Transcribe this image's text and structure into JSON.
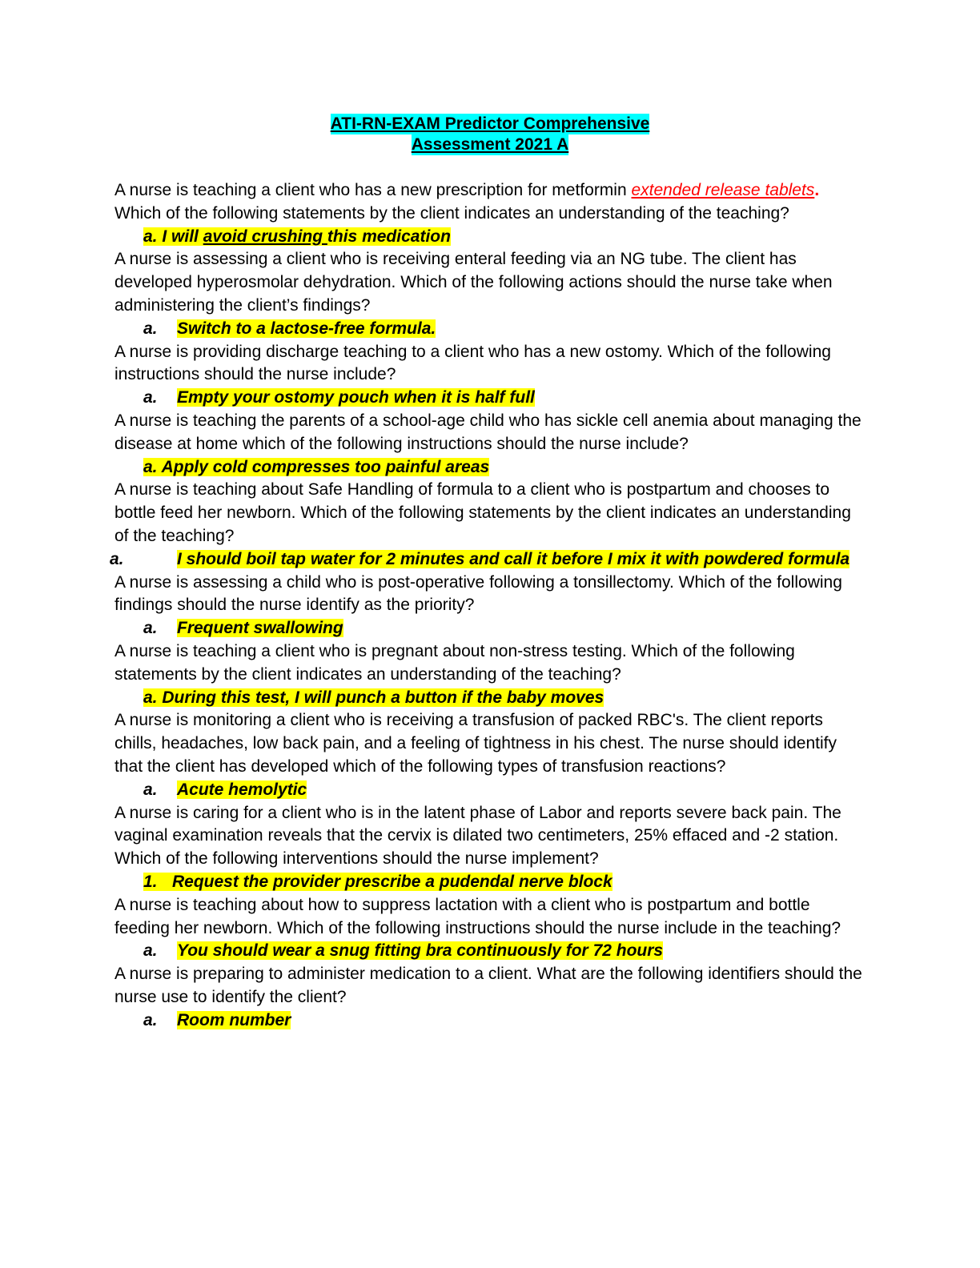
{
  "document": {
    "title_line1": "ATI-RN-EXAM Predictor Comprehensive ",
    "title_line2": "Assessment 2021 A",
    "highlight_colors": {
      "title": "#00ffff",
      "answer": "#ffff00",
      "emphasis_red": "#ff0000"
    },
    "questions": [
      {
        "stem_before": "A nurse is teaching a client who has a new prescription for metformin ",
        "stem_emphasis": "extended release tablets",
        "stem_emphasis_end": ".",
        "stem_after": "Which of the following statements by the client indicates an understanding of the teaching?",
        "answer_marker": "a.",
        "answer_pre": " I will ",
        "answer_underlined": "avoid crushing ",
        "answer_post": "this medication"
      },
      {
        "stem": "A nurse is assessing a client who is receiving enteral feeding via an NG tube. The client has developed hyperosmolar dehydration. Which of the following actions should the nurse take when administering the client’s findings?",
        "answer_marker": "a.",
        "answer": "Switch to a lactose-free formula."
      },
      {
        "stem": "A nurse is providing discharge teaching to a client who has a new ostomy. Which of the following instructions should the nurse include?",
        "answer_marker": "a.",
        "answer": "Empty your ostomy pouch when it is half full"
      },
      {
        "stem": "A nurse is teaching the parents of a school-age child who has sickle cell anemia about managing the disease at home which of the following instructions should the nurse include?",
        "answer_marker": "a.",
        "answer": " Apply cold compresses too painful areas"
      },
      {
        "stem": "A nurse is teaching about Safe Handling of formula to a client who is postpartum and chooses to bottle feed her newborn. Which of the following statements by the client indicates an understanding of the teaching?",
        "answer_marker": "a.",
        "answer": "I should boil tap water for 2 minutes and call it before I mix it with powdered formula"
      },
      {
        "stem": "A nurse is assessing a child who is post-operative following a tonsillectomy. Which of the following findings should the nurse identify as the priority?",
        "answer_marker": "a.",
        "answer": "Frequent swallowing"
      },
      {
        "stem": "A nurse is teaching a client who is pregnant about non-stress testing. Which of the following statements by the client indicates an understanding of the teaching?",
        "answer_marker": "a.",
        "answer": " During this test, I will punch a button if the baby moves"
      },
      {
        "stem": "A nurse is monitoring a client who is receiving a transfusion of packed RBC's. The client reports chills, headaches, low back pain, and a feeling of tightness in his chest. The nurse should identify that the client has developed which of the following types of transfusion reactions?",
        "answer_marker": "a.",
        "answer": "Acute hemolytic"
      },
      {
        "stem": "A nurse is caring for a client who is in the latent phase of Labor and reports severe back pain. The vaginal examination reveals that the cervix is dilated two centimeters, 25% effaced and -2 station. Which of the following interventions should the nurse implement?",
        "answer_marker": "1.",
        "answer": "Request the provider prescribe a pudendal nerve block"
      },
      {
        "stem": "A nurse is teaching about how to suppress lactation with a client who is postpartum and bottle feeding her newborn. Which of the following instructions should the nurse include in the teaching?",
        "answer_marker": "a.",
        "answer": "You should wear a snug fitting bra continuously for 72 hours"
      },
      {
        "stem": "A nurse is preparing to administer medication to a client. What are the following identifiers should the nurse use to identify the client?",
        "answer_marker": "a.",
        "answer": "Room number"
      }
    ]
  }
}
